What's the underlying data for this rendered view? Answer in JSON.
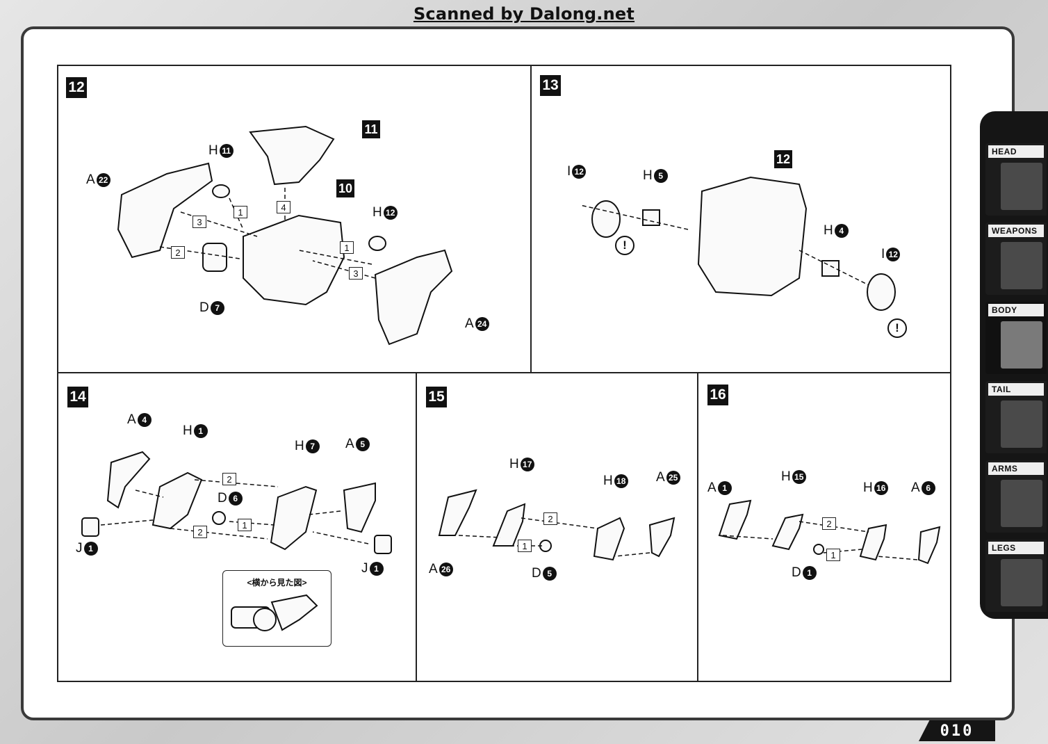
{
  "scan_credit": "Scanned by Dalong.net",
  "page_number": "010",
  "side_tabs": [
    {
      "label": "HEAD",
      "active": false
    },
    {
      "label": "WEAPONS",
      "active": false
    },
    {
      "label": "BODY",
      "active": true
    },
    {
      "label": "TAIL",
      "active": false
    },
    {
      "label": "ARMS",
      "active": false
    },
    {
      "label": "LEGS",
      "active": false
    }
  ],
  "steps": {
    "s12": {
      "number": "12",
      "assemblies": [
        "11",
        "10"
      ],
      "parts": [
        {
          "letter": "H",
          "num": "11"
        },
        {
          "letter": "A",
          "num": "22"
        },
        {
          "letter": "H",
          "num": "12"
        },
        {
          "letter": "D",
          "num": "7"
        },
        {
          "letter": "A",
          "num": "24"
        }
      ],
      "counts": [
        "3",
        "1",
        "4",
        "2",
        "1",
        "3"
      ]
    },
    "s13": {
      "number": "13",
      "assemblies": [
        "12"
      ],
      "parts": [
        {
          "letter": "I",
          "num": "12"
        },
        {
          "letter": "H",
          "num": "5"
        },
        {
          "letter": "H",
          "num": "4"
        },
        {
          "letter": "I",
          "num": "12"
        }
      ],
      "warning": "!"
    },
    "s14": {
      "number": "14",
      "parts": [
        {
          "letter": "A",
          "num": "4"
        },
        {
          "letter": "H",
          "num": "1"
        },
        {
          "letter": "H",
          "num": "7"
        },
        {
          "letter": "A",
          "num": "5"
        },
        {
          "letter": "D",
          "num": "6"
        },
        {
          "letter": "J",
          "num": "1"
        },
        {
          "letter": "J",
          "num": "1"
        }
      ],
      "counts": [
        "2",
        "1",
        "2"
      ],
      "side_view_caption": "<横から見た図>"
    },
    "s15": {
      "number": "15",
      "parts": [
        {
          "letter": "H",
          "num": "17"
        },
        {
          "letter": "H",
          "num": "18"
        },
        {
          "letter": "A",
          "num": "25"
        },
        {
          "letter": "A",
          "num": "26"
        },
        {
          "letter": "D",
          "num": "5"
        }
      ],
      "counts": [
        "2",
        "1"
      ]
    },
    "s16": {
      "number": "16",
      "parts": [
        {
          "letter": "A",
          "num": "1"
        },
        {
          "letter": "H",
          "num": "15"
        },
        {
          "letter": "H",
          "num": "16"
        },
        {
          "letter": "A",
          "num": "6"
        },
        {
          "letter": "D",
          "num": "1"
        }
      ],
      "counts": [
        "2",
        "1"
      ]
    }
  }
}
